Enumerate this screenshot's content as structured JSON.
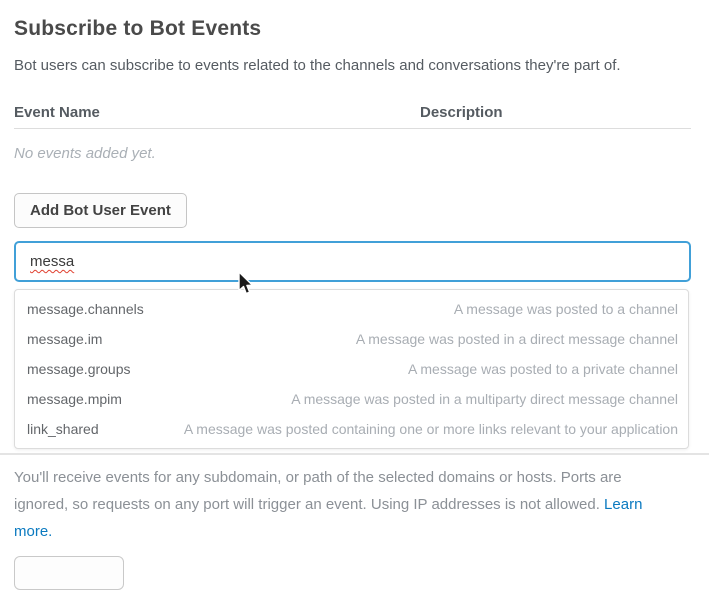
{
  "page": {
    "title": "Subscribe to Bot Events",
    "subtitle": "Bot users can subscribe to events related to the channels and conversations they're part of."
  },
  "events_table": {
    "columns": [
      "Event Name",
      "Description"
    ],
    "empty_message": "No events added yet.",
    "rows": []
  },
  "actions": {
    "add_button_label": "Add Bot User Event"
  },
  "search": {
    "value": "messa"
  },
  "suggestions": [
    {
      "event": "message.channels",
      "description": "A message was posted to a channel"
    },
    {
      "event": "message.im",
      "description": "A message was posted in a direct message channel"
    },
    {
      "event": "message.groups",
      "description": "A message was posted to a private channel"
    },
    {
      "event": "message.mpim",
      "description": "A message was posted in a multiparty direct message channel"
    },
    {
      "event": "link_shared",
      "description": "A message was posted containing one or more links relevant to your application"
    }
  ],
  "footer": {
    "note": "You'll receive events for any subdomain, or path of the selected domains or hosts. Ports are ignored, so requests on any port will trigger an event. Using IP addresses is not allowed. ",
    "link_label": "Learn more."
  },
  "colors": {
    "accent_blue": "#41a0d8",
    "link_blue": "#0b7ac0",
    "spellcheck_red": "#e0402f"
  }
}
